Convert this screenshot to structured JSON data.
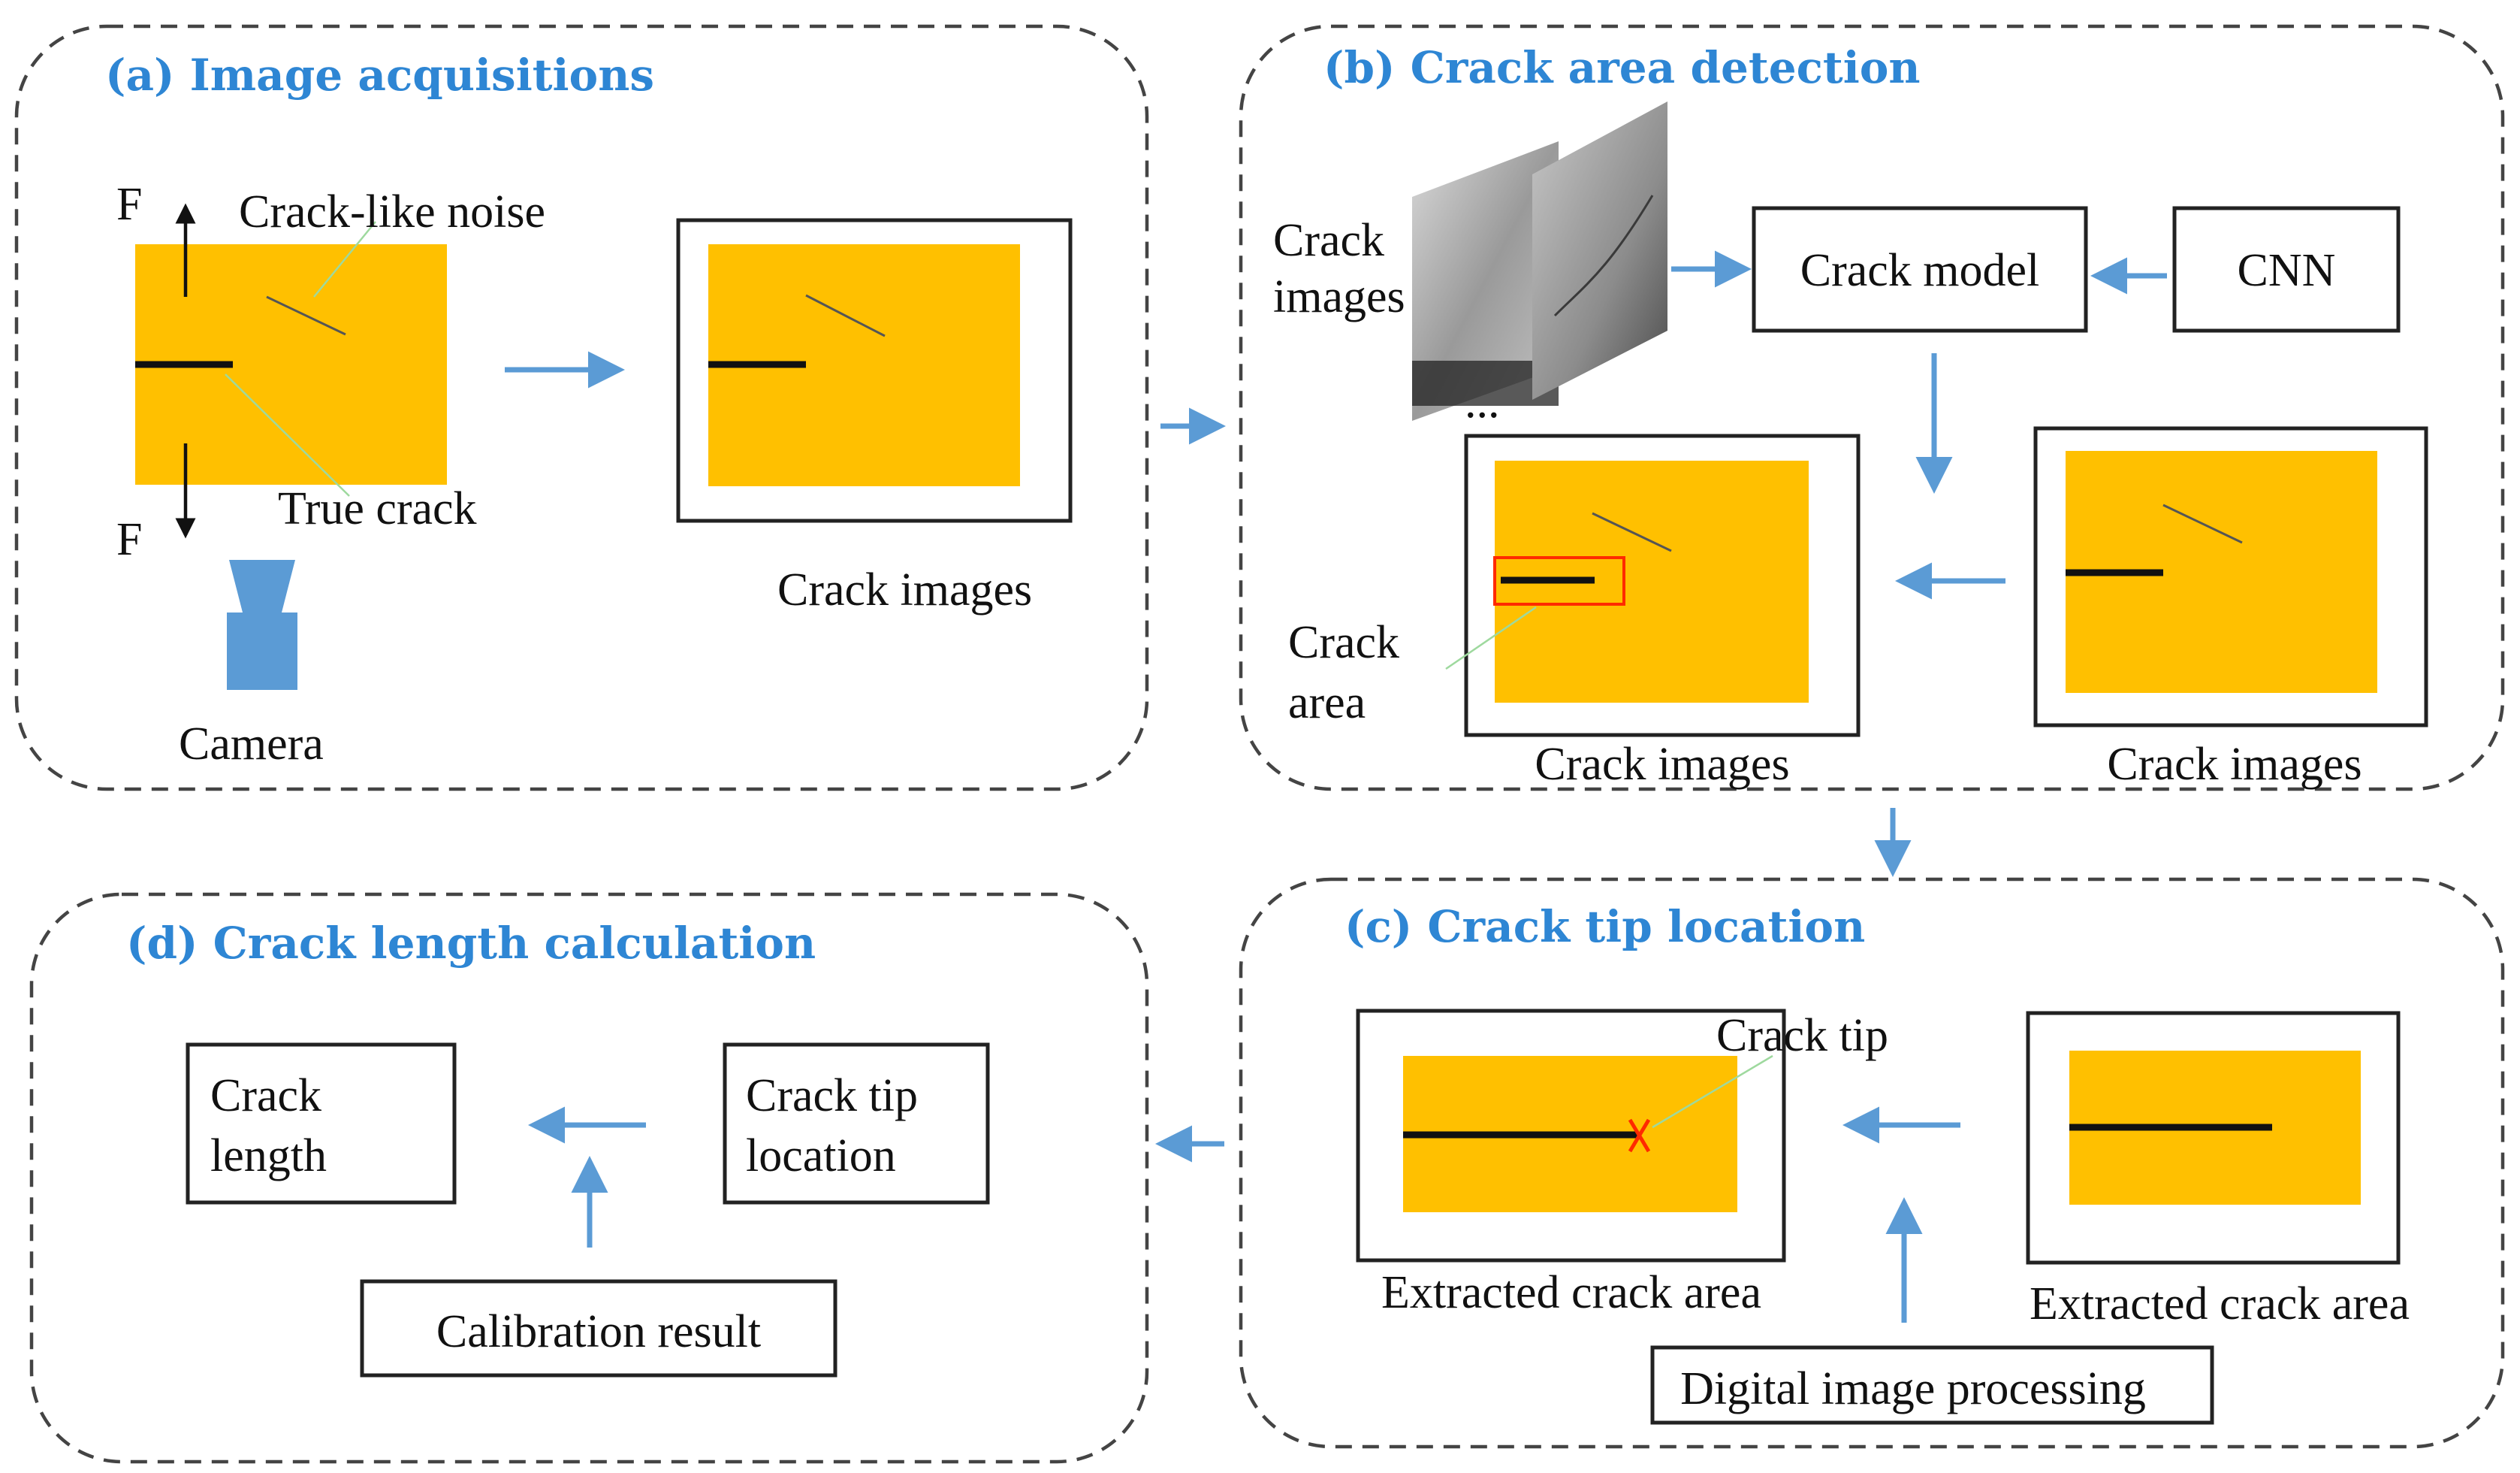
{
  "colors": {
    "accent_blue": "#2e86d4",
    "arrow_blue": "#5b9bd5",
    "specimen_yellow": "#ffc000",
    "highlight_red": "#ff2a00",
    "panel_border": "#444444"
  },
  "panels": {
    "a": {
      "title": "(a) Image acquisitions",
      "force_top": "F",
      "force_bottom": "F",
      "noise_label": "Crack-like noise",
      "true_crack_label": "True crack",
      "camera_label": "Camera",
      "output_label": "Crack images"
    },
    "b": {
      "title": "(b) Crack area detection",
      "input_label_line1": "Crack",
      "input_label_line2": "images",
      "ellipsis": "...",
      "model_label": "Crack model",
      "cnn_label": "CNN",
      "area_label_line1": "Crack",
      "area_label_line2": "area",
      "left_images_label": "Crack images",
      "right_images_label": "Crack images"
    },
    "c": {
      "title": "(c) Crack tip location",
      "tip_label": "Crack tip",
      "left_label": "Extracted crack area",
      "right_label": "Extracted crack area",
      "processing_label": "Digital image processing"
    },
    "d": {
      "title": "(d) Crack length calculation",
      "length_line1": "Crack",
      "length_line2": "length",
      "tip_loc_line1": "Crack tip",
      "tip_loc_line2": "location",
      "calibration_label": "Calibration result"
    }
  }
}
